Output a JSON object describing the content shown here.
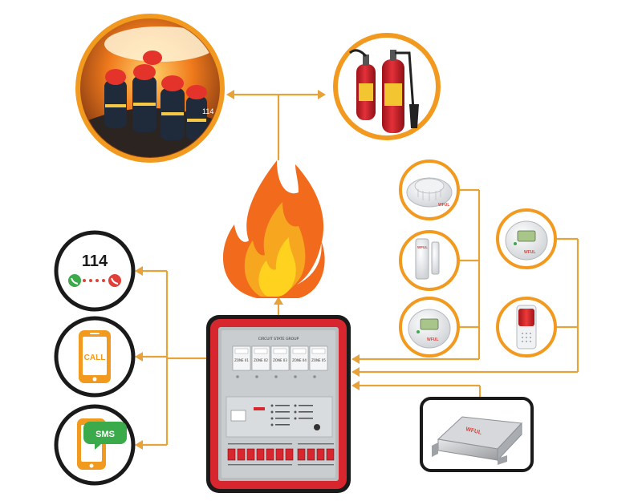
{
  "colors": {
    "connector": "#e8a23a",
    "ring_orange": "#f29a1f",
    "ring_dark": "#1a1a1a",
    "panel_red": "#d8262e",
    "flame_outer": "#f26b1d",
    "flame_inner": "#ffd21f"
  },
  "phone_call": {
    "number": "114",
    "icon": "phone-dial-icon"
  },
  "phone_app": {
    "label": "CALL",
    "icon": "smartphone-call-icon"
  },
  "sms_app": {
    "label": "SMS",
    "icon": "smartphone-sms-icon"
  },
  "panel": {
    "header": "CIRCUIT STATE GROUP",
    "zones": [
      "ZONE 01",
      "ZONE 02",
      "ZONE 03",
      "ZONE 04",
      "ZONE 05"
    ]
  },
  "devices": {
    "firefighters": "firefighters-photo",
    "extinguishers": "fire-extinguisher-icon",
    "smoke_detector": "smoke-detector-icon",
    "door_sensor": "door-sensor-icon",
    "heat_detector": "heat-detector-icon",
    "gas_detector": "gas-detector-icon",
    "siren": "siren-strobe-icon",
    "gsm_module": "gsm-module-icon"
  },
  "brand": "WFUL"
}
